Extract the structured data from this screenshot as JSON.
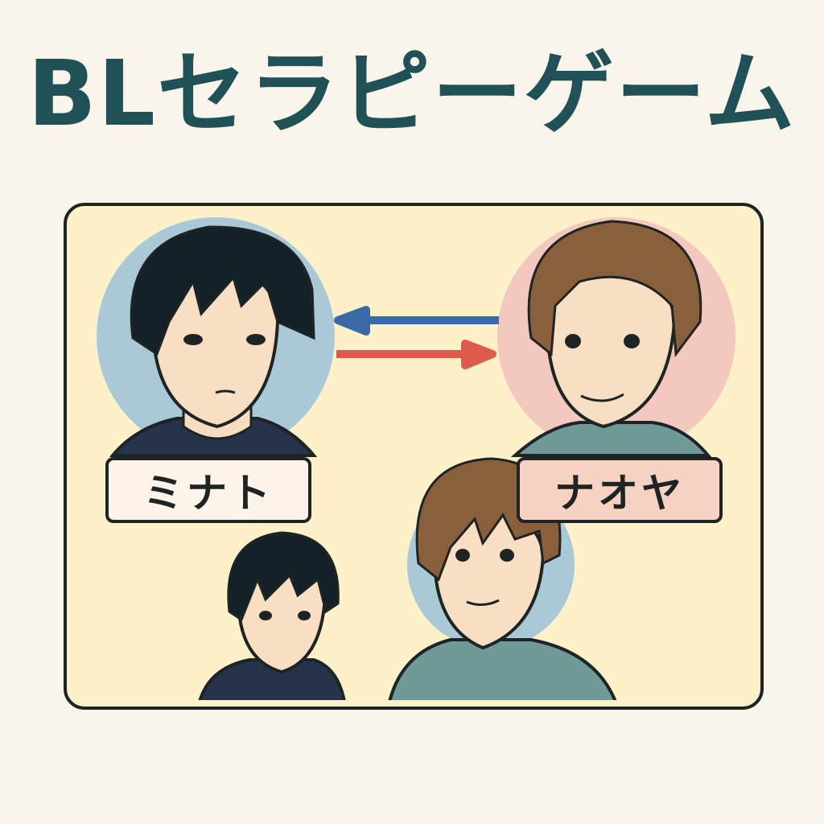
{
  "title": "BLセラピーゲーム",
  "characters": [
    {
      "name": "ミナト",
      "circle_color": "#a9c9d9"
    },
    {
      "name": "ナオヤ",
      "circle_color": "#f3c8be"
    }
  ],
  "colors": {
    "title": "#1f5157",
    "background": "#faf5ea",
    "panel": "#fdf1c9",
    "arrow_left": "#3b6aa8",
    "arrow_right": "#de5a4b"
  }
}
